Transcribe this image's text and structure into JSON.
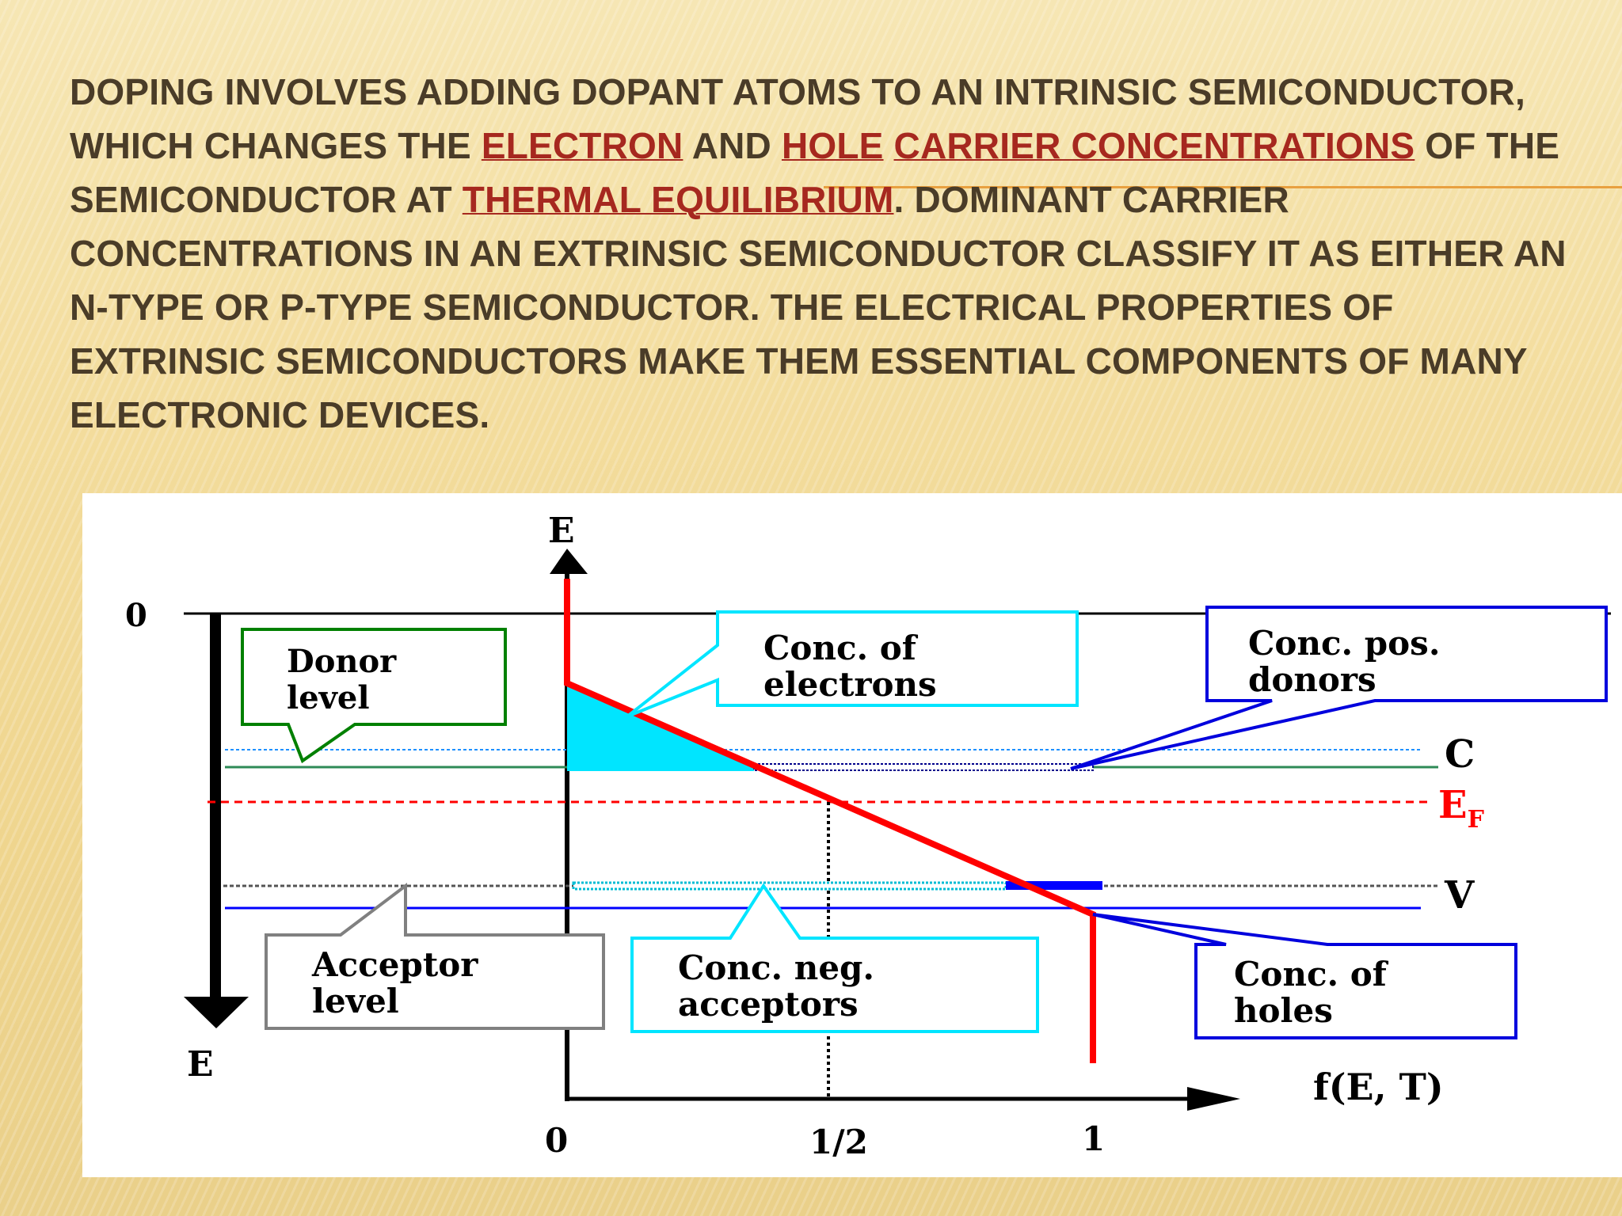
{
  "slide": {
    "title_parts": [
      {
        "text": "Doping involves adding dopant atoms to an intrinsic semiconductor, which changes the ",
        "link": false
      },
      {
        "text": "electron",
        "link": true
      },
      {
        "text": " and ",
        "link": false
      },
      {
        "text": "hole",
        "link": true
      },
      {
        "text": " ",
        "link": false
      },
      {
        "text": "carrier concentrations",
        "link": true
      },
      {
        "text": " of the semiconductor at ",
        "link": false
      },
      {
        "text": "thermal equilibrium",
        "link": true
      },
      {
        "text": ". Dominant carrier concentrations in an extrinsic semiconductor classify it as either an n-type or p-type semiconductor. The electrical properties of extrinsic semiconductors make them essential components of many electronic devices.",
        "link": false
      }
    ]
  },
  "diagram": {
    "axis_top_e": "E",
    "zero_left": "0",
    "axis_bottom_e": "E",
    "x_tick_0": "0",
    "x_tick_half": "1/2",
    "x_tick_1": "1",
    "x_axis_label": "f(E, T)",
    "level_c": "C",
    "level_ef_main": "E",
    "level_ef_sub": "F",
    "level_v": "V",
    "callout_donor": [
      "Donor",
      "level"
    ],
    "callout_acceptor": [
      "Acceptor",
      "level"
    ],
    "callout_electrons": [
      "Conc. of",
      "electrons"
    ],
    "callout_donors": [
      "Conc. pos.",
      "donors"
    ],
    "callout_acceptors": [
      "Conc. neg.",
      "acceptors"
    ],
    "callout_holes": [
      "Conc. of",
      "holes"
    ]
  },
  "colors": {
    "title_text": "#4a3c28",
    "link": "#a6281f",
    "fermi": "#ff0000",
    "conduction": "#00e5ff",
    "donor": "#008000",
    "valence": "#0000ff",
    "acceptor": "#808080"
  }
}
